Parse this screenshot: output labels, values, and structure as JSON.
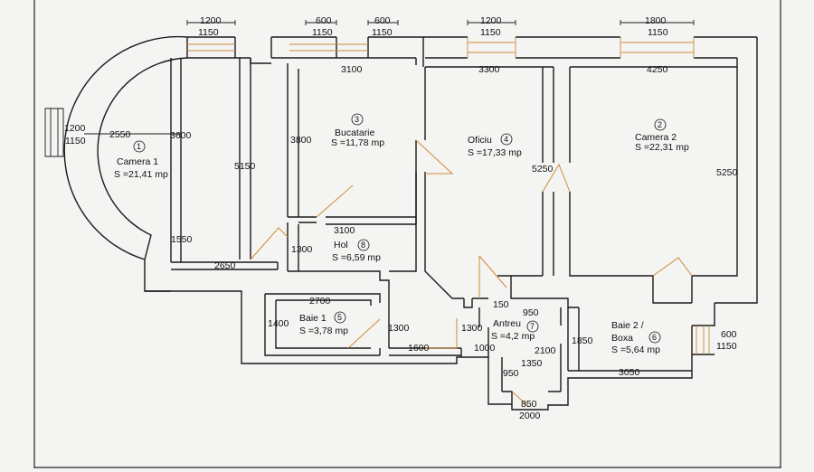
{
  "rooms": [
    {
      "id": "camera1",
      "num": "1",
      "name": "Camera 1",
      "area": "S =21,41 mp"
    },
    {
      "id": "camera2",
      "num": "2",
      "name": "Camera 2",
      "area": "S =22,31 mp"
    },
    {
      "id": "bucatarie",
      "num": "3",
      "name": "Bucatarie",
      "area": "S =11,78 mp"
    },
    {
      "id": "oficiu",
      "num": "4",
      "name": "Oficiu",
      "area": "S =17,33 mp"
    },
    {
      "id": "baie1",
      "num": "5",
      "name": "Baie 1",
      "area": "S =3,78 mp"
    },
    {
      "id": "baie2",
      "num": "6",
      "name": "Baie 2 /",
      "name2": "Boxa",
      "area": "S =5,64 mp"
    },
    {
      "id": "antreu",
      "num": "7",
      "name": "Antreu",
      "area": "S =4,2 mp"
    },
    {
      "id": "hol",
      "num": "8",
      "name": "Hol",
      "area": "S =6,59 mp"
    }
  ],
  "dimensions": {
    "w1_top": "1200",
    "w1_bot": "1150",
    "w2_top": "600",
    "w2_bot": "1150",
    "w3_top": "600",
    "w3_bot": "1150",
    "w4_top": "1200",
    "w4_bot": "1150",
    "w5_top": "1800",
    "w5_bot": "1150",
    "buc_top": "3100",
    "of_top": "3300",
    "c2_top": "4250",
    "wl_top": "1200",
    "wl_bot": "1150",
    "c1_r": "2550",
    "c1_v": "3600",
    "buc_h": "3800",
    "v5150": "5150",
    "of_h": "5250",
    "c2_h": "5250",
    "hol_top": "3100",
    "hol_h": "1300",
    "c1_bot": "2650",
    "v1550": "1550",
    "baie1_w": "2700",
    "baie1_h": "1400",
    "baie1_r": "1300",
    "hol_bot_h": "1300",
    "d1600": "1600",
    "d1000": "1000",
    "d150": "150",
    "d950a": "950",
    "d2100": "2100",
    "d1350": "1350",
    "d950b": "950",
    "d850": "850",
    "d2000": "2000",
    "d1850": "1850",
    "d3050": "3050",
    "wr_top": "600",
    "wr_bot": "1150"
  }
}
